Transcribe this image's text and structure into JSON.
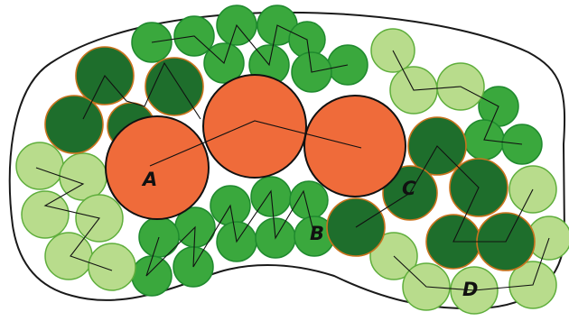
{
  "labels": {
    "a": "A",
    "b": "B",
    "c": "C",
    "d": "D"
  },
  "colors": {
    "orange": "#ef6b3a",
    "dark_green": "#1e6e2c",
    "mid_green": "#3aa83d",
    "light_green": "#b8dc8c",
    "outline": "#1a1a1a"
  }
}
